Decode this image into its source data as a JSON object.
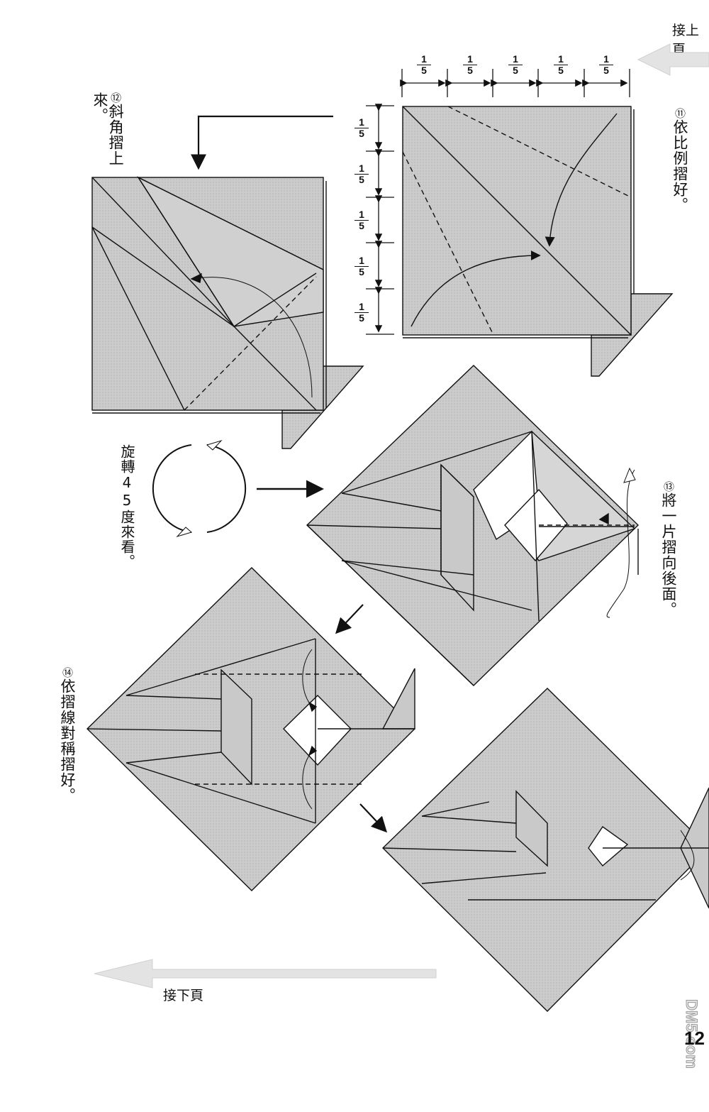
{
  "nav": {
    "continued_from": "接上頁",
    "continued_next": "接下頁"
  },
  "steps": [
    {
      "number": "⑪",
      "text": "依比例摺好。"
    },
    {
      "number": "⑫",
      "text": "斜角摺上來。"
    },
    {
      "number": "⑬",
      "text": "將一片摺向後面。"
    },
    {
      "number": "⑭",
      "text": "依摺線對稱摺好。"
    }
  ],
  "rotate_note": "旋轉45度來看。",
  "fractions": {
    "numerator": "1",
    "denominator": "5"
  },
  "page_number": "12",
  "watermark": "DM5.com",
  "colors": {
    "paper": "#c9c9c9",
    "line": "#111111",
    "arrow_bg": "#e3e3e3"
  }
}
